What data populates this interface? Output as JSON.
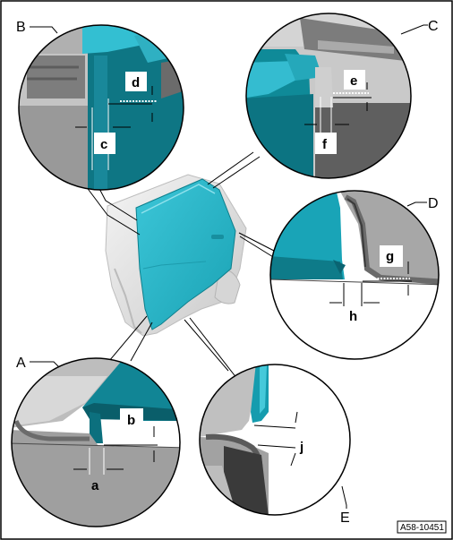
{
  "callouts": {
    "A": "A",
    "B": "B",
    "C": "C",
    "D": "D",
    "E": "E"
  },
  "measurements": {
    "a": "a",
    "b": "b",
    "c": "c",
    "d": "d",
    "e": "e",
    "f": "f",
    "g": "g",
    "h": "h",
    "j": "j"
  },
  "reference": "A58-10451",
  "colors": {
    "door": "#2cb8cc",
    "door_dark": "#0f8796",
    "body_grey": "#9a9a9a",
    "body_dark": "#6c6c6c",
    "frame": "#000000"
  }
}
